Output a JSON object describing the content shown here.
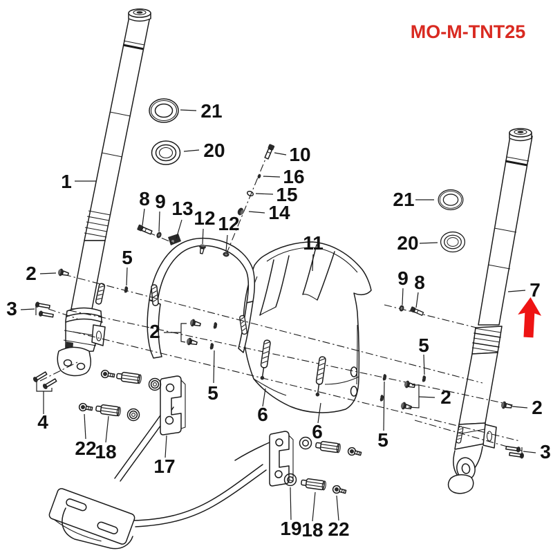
{
  "diagram": {
    "code": "MO-M-TNT25",
    "code_color": "#d92a21",
    "arrow_color": "#ee1414",
    "line_color": "#1a1a1a",
    "background": "#ffffff",
    "highlighted_part": "7"
  },
  "labels": {
    "fork_left": "1",
    "washer21_left": "21",
    "washer20_left": "20",
    "bolt10": "10",
    "washer16": "16",
    "ring15": "15",
    "nut14": "14",
    "bolt8_left": "8",
    "nut9_left": "9",
    "stay13": "13",
    "bolt12_a": "12",
    "nut12_b": "12",
    "fender11": "11",
    "washer21_right": "21",
    "washer20_right": "20",
    "nut9_right": "9",
    "bolt8_right": "8",
    "fork_right": "7",
    "bolt2_upper_left": "2",
    "clip5_upper_left": "5",
    "axle_bolts3_left": "3",
    "pinch_bolts4": "4",
    "bracket_bolts2_mid": "2",
    "clips5_mid": "5",
    "stud6_left": "6",
    "bolts2_right_group": "2",
    "clips5_right_group": "5",
    "clip5_right_upper": "5",
    "bolt2_right": "2",
    "axle_bolts3_right": "3",
    "stud6_right": "6",
    "stand_bracket17": "17",
    "bolt22_left": "22",
    "spacer18_left": "18",
    "washer19": "19",
    "spacer18_right": "18",
    "bolt22_right": "22"
  }
}
